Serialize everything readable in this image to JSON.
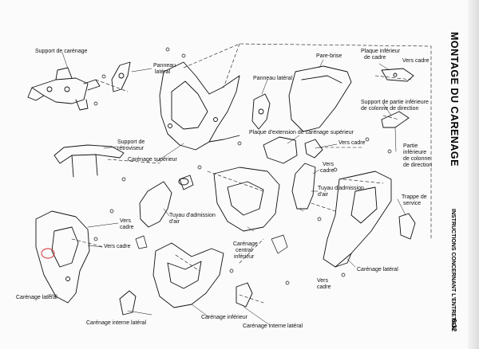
{
  "page_title": "MONTAGE DU CARENAGE",
  "section_header": "INSTRUCTIONS CONCERNANT L'ENTRETIEN",
  "page_number": "6-32",
  "labels": {
    "support_carenage": "Support de carénage",
    "panneau_lateral_1a": "Panneau",
    "panneau_lateral_1b": "latéral",
    "pare_brise": "Pare-brise",
    "plaque_inf_cadre_a": "Plaque inférieur",
    "plaque_inf_cadre_b": "de cadre",
    "vers_cadre_1": "Vers cadre",
    "panneau_lateral_2": "Panneau latéral",
    "support_partie_inf_a": "Support de partie inférieure",
    "support_partie_inf_b": "de colonne de direction",
    "plaque_extension": "Plaque d'extension de carénage supérieur",
    "vers_cadre_2": "Vers cadre",
    "partie_inf_a": "Partie",
    "partie_inf_b": "inférieure",
    "partie_inf_c": "de colonne",
    "partie_inf_d": "de direction",
    "support_retroviseur_a": "Support de",
    "support_retroviseur_b": "rétroviseur",
    "carenage_superieur": "Carénage supérieur",
    "vers_cadre_3a": "Vers",
    "vers_cadre_3b": "cadre",
    "tuyau_admission_1a": "Tuyau d'admission",
    "tuyau_admission_1b": "d'air",
    "trappe_service_a": "Trappe de",
    "trappe_service_b": "service",
    "tuyau_admission_2a": "Tuyau d'admission",
    "tuyau_admission_2b": "d'air",
    "vers_cadre_4a": "Vers",
    "vers_cadre_4b": "cadre",
    "vers_cadre_5": "Vers cadre",
    "carenage_central_a": "Carénage",
    "carenage_central_b": "central",
    "carenage_central_c": "inférieur",
    "carenage_lateral_right": "Carénage latéral",
    "vers_cadre_6a": "Vers",
    "vers_cadre_6b": "cadre",
    "carenage_lateral_left": "Carénage latéral",
    "carenage_interne_1": "Carénage interne latéral",
    "carenage_inferieur": "Carénage inférieur",
    "carenage_interne_2": "Carénage interne latéral"
  }
}
